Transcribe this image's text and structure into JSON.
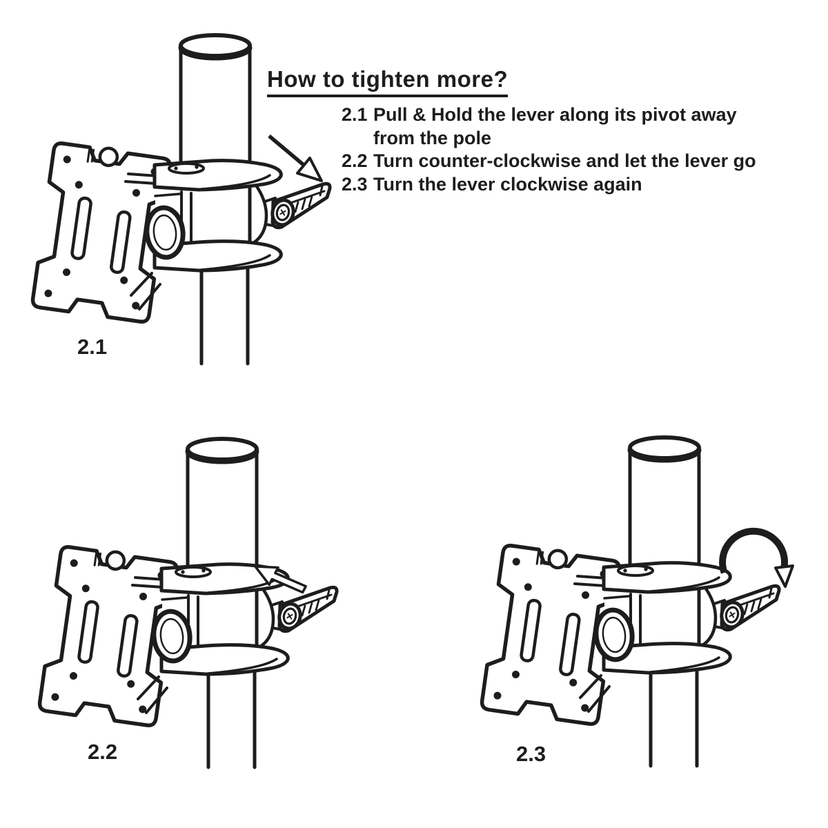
{
  "title": "How to tighten more?",
  "instructions": {
    "items": [
      {
        "num": "2.1",
        "lines": [
          "Pull & Hold the lever along its pivot away",
          "from the pole"
        ]
      },
      {
        "num": "2.2",
        "lines": [
          "Turn counter-clockwise and let the lever go"
        ]
      },
      {
        "num": "2.3",
        "lines": [
          "Turn the lever clockwise again"
        ]
      }
    ]
  },
  "panels": [
    {
      "label": "2.1",
      "arrow": "straight-pull-arrow"
    },
    {
      "label": "2.2",
      "arrow": "hollow-push-arrow"
    },
    {
      "label": "2.3",
      "arrow": "clockwise-rotation-arrow"
    }
  ],
  "colors": {
    "ink": "#1d1d1d",
    "background": "#ffffff"
  }
}
